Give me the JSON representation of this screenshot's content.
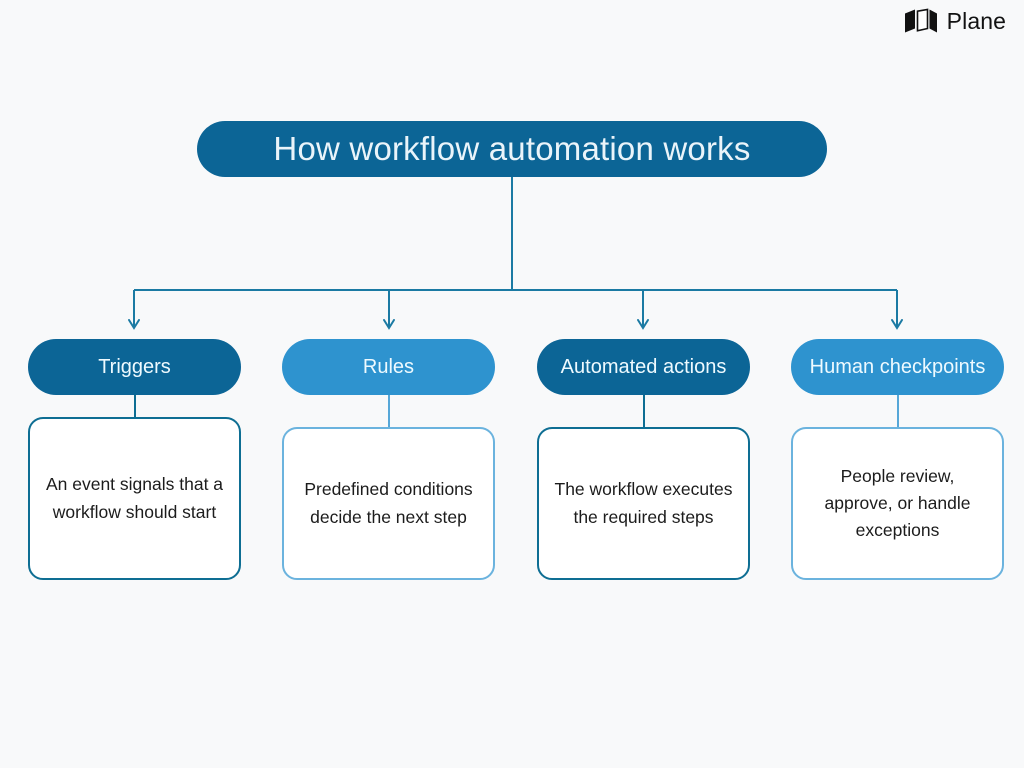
{
  "brand": {
    "name": "Plane",
    "logo_icon": "plane-logo-icon"
  },
  "diagram": {
    "type": "flowchart",
    "title": "How workflow automation works",
    "colors": {
      "background": "#f8f9fa",
      "accent_dark": "#0c6596",
      "accent_light": "#2e93cf",
      "connector": "#1b7aa3",
      "card_border_dark": "#0e6e93",
      "card_border_light": "#6bb3de",
      "card_background": "#ffffff",
      "title_text": "#eaf4fa",
      "body_text": "#1c1c1c"
    },
    "nodes": [
      {
        "label": "Triggers",
        "description": "An event signals that a workflow should start",
        "tone": "dark"
      },
      {
        "label": "Rules",
        "description": "Predefined conditions decide the next step",
        "tone": "light"
      },
      {
        "label": "Automated actions",
        "description": "The workflow executes the required steps",
        "tone": "dark"
      },
      {
        "label": "Human checkpoints",
        "description": "People review, approve, or handle exceptions",
        "tone": "light"
      }
    ]
  }
}
